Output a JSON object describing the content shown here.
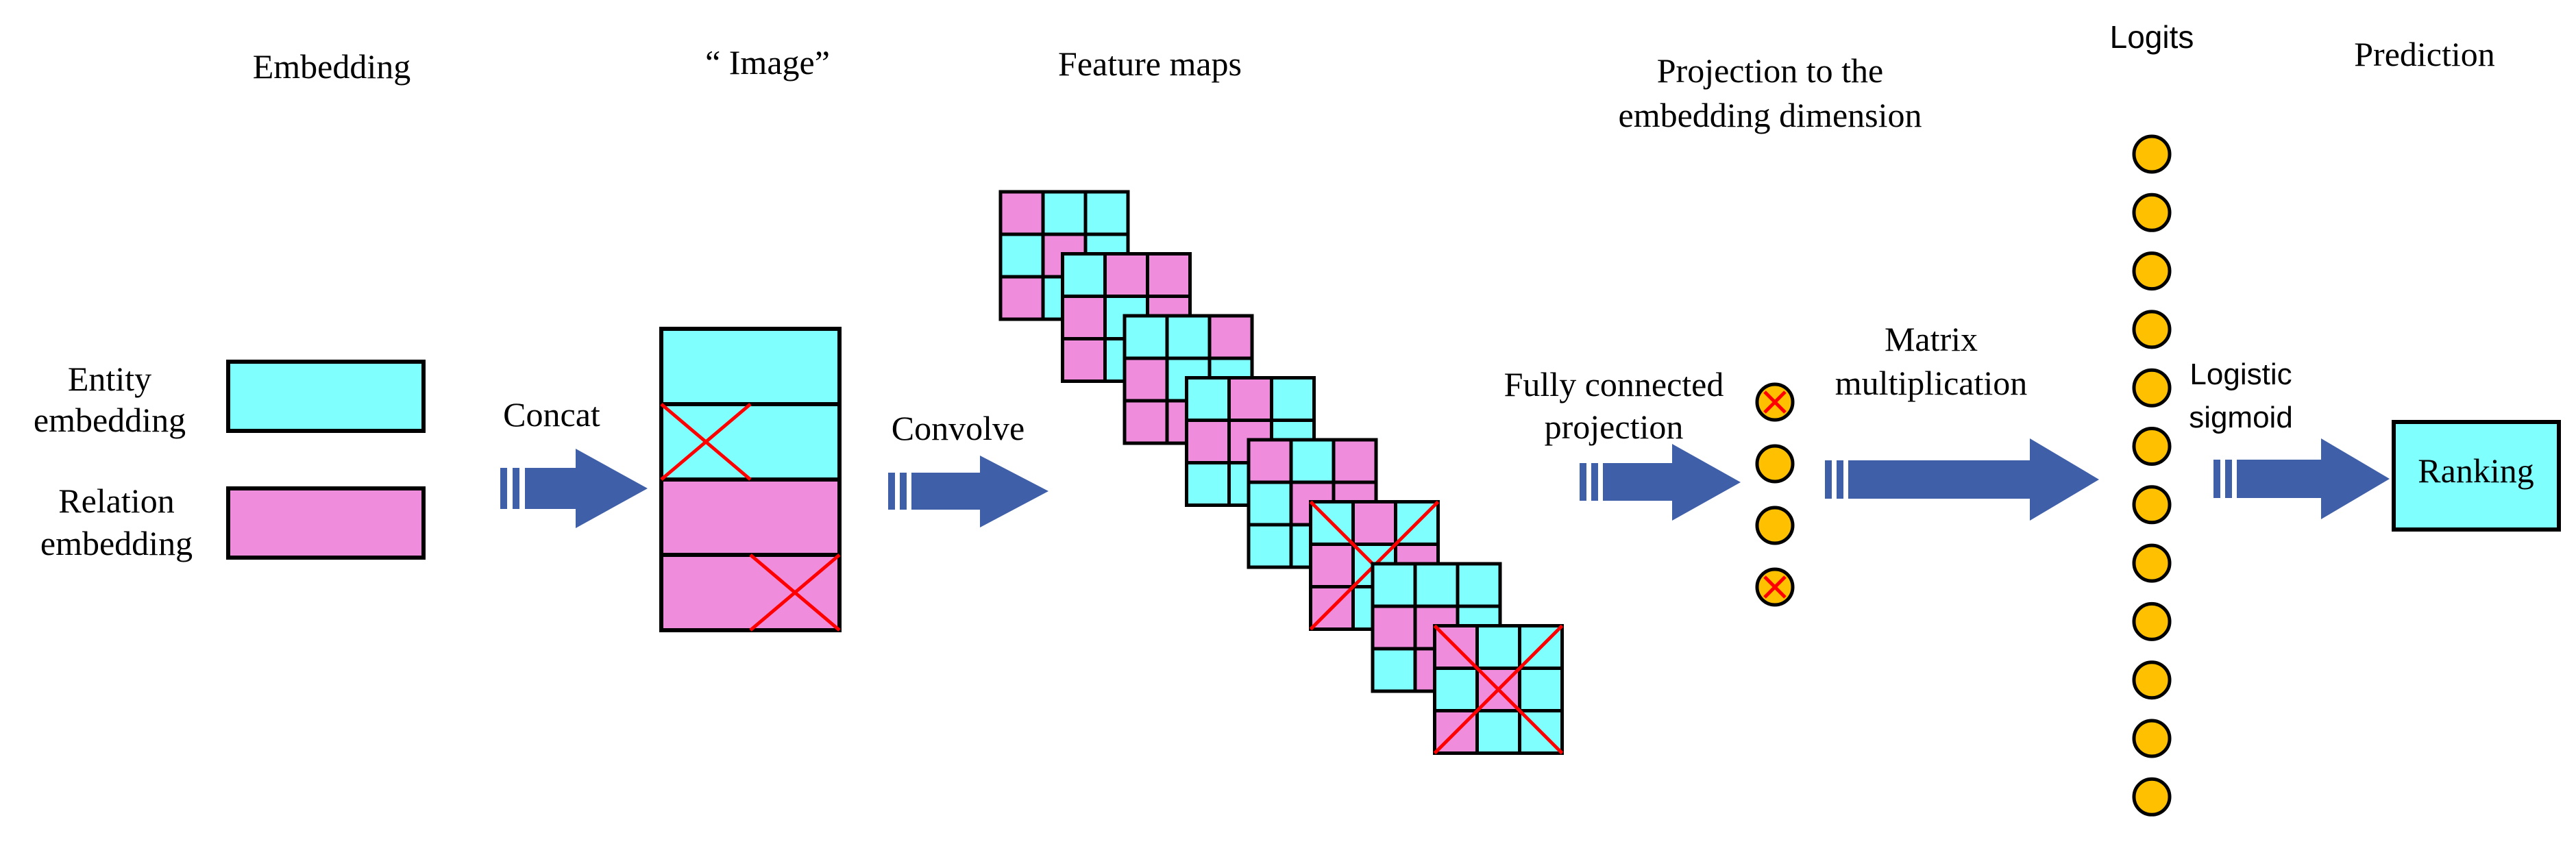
{
  "headers": {
    "embedding": "Embedding",
    "image": "“ Image”",
    "feature_maps": "Feature maps",
    "projection_line1": "Projection to the",
    "projection_line2": "embedding dimension",
    "logits": "Logits",
    "prediction": "Prediction"
  },
  "inputs": {
    "entity_line1": "Entity",
    "entity_line2": "embedding",
    "relation_line1": "Relation",
    "relation_line2": "embedding"
  },
  "steps": {
    "concat": "Concat",
    "convolve": "Convolve",
    "fc_line1": "Fully connected",
    "fc_line2": "projection",
    "matrix_line1": "Matrix",
    "matrix_line2": "multiplication",
    "sigmoid_line1": "Logistic",
    "sigmoid_line2": "sigmoid"
  },
  "output": {
    "ranking": "Ranking"
  },
  "colors": {
    "cyan": "#80FFFF",
    "pink": "#F08CDC",
    "arrow": "#3F5FA8",
    "node": "#FFC000",
    "cross": "#FF0000",
    "stroke": "#000000"
  },
  "image_rows": [
    "cyan",
    "cyan",
    "pink",
    "pink"
  ],
  "feature_map_count": 8,
  "feature_map_crossed": [
    false,
    false,
    false,
    false,
    false,
    true,
    false,
    true
  ],
  "feature_map_cells": [
    [
      "pink",
      "cyan",
      "cyan",
      "cyan",
      "pink",
      "cyan",
      "pink",
      "cyan",
      "pink"
    ],
    [
      "cyan",
      "pink",
      "pink",
      "pink",
      "cyan",
      "pink",
      "pink",
      "cyan",
      "cyan"
    ],
    [
      "cyan",
      "cyan",
      "pink",
      "pink",
      "cyan",
      "cyan",
      "pink",
      "pink",
      "cyan"
    ],
    [
      "cyan",
      "pink",
      "cyan",
      "pink",
      "pink",
      "cyan",
      "cyan",
      "cyan",
      "pink"
    ],
    [
      "pink",
      "cyan",
      "pink",
      "cyan",
      "pink",
      "pink",
      "cyan",
      "cyan",
      "pink"
    ],
    [
      "cyan",
      "pink",
      "cyan",
      "pink",
      "cyan",
      "pink",
      "pink",
      "cyan",
      "cyan"
    ],
    [
      "cyan",
      "cyan",
      "cyan",
      "pink",
      "pink",
      "cyan",
      "cyan",
      "pink",
      "cyan"
    ],
    [
      "pink",
      "cyan",
      "cyan",
      "cyan",
      "pink",
      "cyan",
      "pink",
      "cyan",
      "cyan"
    ]
  ],
  "projection_node_count": 4,
  "projection_crossed": [
    true,
    false,
    false,
    true
  ],
  "logit_count": 12
}
